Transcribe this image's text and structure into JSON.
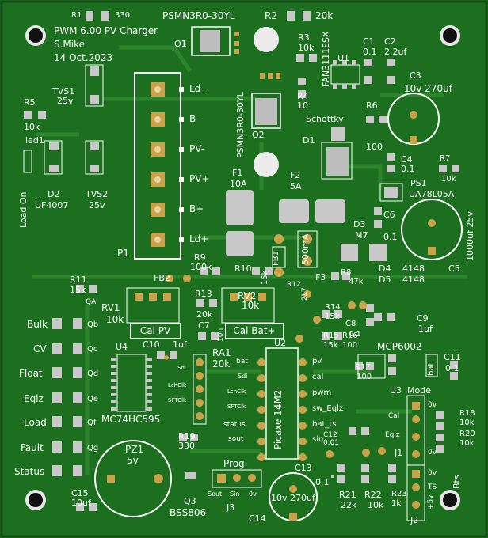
{
  "board": {
    "title": "PWM 6.00 PV Charger",
    "author": "S.Mike",
    "date": "14 Oct.2023"
  },
  "refs": {
    "r1": "R1",
    "r1_val": "330",
    "q1_part": "PSMN3R0-30YL",
    "q1": "Q1",
    "r2": "R2",
    "r2_val": "20k",
    "r3": "R3",
    "r3_val": "10k",
    "c1": "C1",
    "c1_val": "0.1",
    "c2": "C2",
    "c2_val": "2.2uf",
    "u1_part": "FAN3111ESX",
    "u1": "U1",
    "c3": "C3",
    "c3_val": "10v   270uf",
    "r4": "R4",
    "r4_val": "10",
    "r5": "R5",
    "r5_val": "10k",
    "tvs1": "TVS1",
    "tvs1_val": "25v",
    "led1": "led1",
    "load_on": "Load On",
    "q2_part": "PSMN3R0-30YL",
    "q2": "Q2",
    "schottky": "Schottky",
    "r6": "R6",
    "r6_val": "100",
    "d1": "D1",
    "c4": "C4",
    "c4_val": "0.1",
    "r7": "R7",
    "r7_val": "10k",
    "ps1": "PS1",
    "ps1_part": "UA78L05A",
    "d2": "D2",
    "d2_part": "UF4007",
    "tvs2": "TVS2",
    "tvs2_val": "25v",
    "f1": "F1",
    "f1_val": "10A",
    "f2": "F2",
    "f2_val": "5A",
    "c6": "C6",
    "c6_val": "0.1",
    "c5_val": "1000uf  25v",
    "c5": "C5",
    "d3": "D3",
    "m7": "M7",
    "d4": "D4",
    "d4_val": "4148",
    "d5": "D5",
    "d5_val": "4148",
    "f3": "F3",
    "f3_val": "500mA",
    "fb1": "FB1",
    "r8": "R8",
    "r8_val": "47k",
    "p1": "P1",
    "r9": "R9",
    "r9_val": "100k",
    "r10": "R10",
    "r10_val": "15k",
    "r11": "R11",
    "r11_val": "15k",
    "fb2": "FB2",
    "rv1": "RV1",
    "rv1_val": "10k",
    "rv2": "RV2",
    "rv2_val": "10k",
    "r12": "R12",
    "r12_val": "2k7",
    "r13": "R13",
    "r13_val": "20k",
    "r14": "R14",
    "r14_val": "15k",
    "r15": "R15",
    "r15_val": "15k",
    "r16": "R16",
    "r16_val": "100",
    "c8": "C8",
    "c8_val": "0.1",
    "c9": "C9",
    "c9_val": "1uf",
    "cal_pv": "Cal  PV",
    "cal_bat": "Cal  Bat+",
    "c7": "C7",
    "c7_val": "10n",
    "c10": "C10",
    "c10_val": "1uf",
    "u4": "U4",
    "u4_part": "MC74HC595",
    "ra1": "RA1",
    "ra1_val": "20k",
    "u2": "U2",
    "u2_part": "Picaxe 14M2",
    "mcp": "MCP6002",
    "u3": "U3",
    "r17": "R17",
    "r17_val": "100",
    "c11": "C11",
    "c11_val": "0.1",
    "mode": "Mode",
    "r18": "R18",
    "r18_val": "10k",
    "r20": "R20",
    "r20_val": "10k",
    "r19": "R19",
    "r19_val": "330",
    "pz1": "PZ1",
    "pz1_val": "5v",
    "c12": "C12",
    "c12_val": "0.01",
    "c13": "C13",
    "c13_val": "0.1",
    "c14": "C14",
    "c14_val": "10v   270uf",
    "c15": "C15",
    "c15_val": "10uf",
    "q3": "Q3",
    "q3_part": "BSS806",
    "prog": "Prog",
    "j3": "J3",
    "r21": "R21",
    "r21_val": "22k",
    "r22": "R22",
    "r22_val": "10k",
    "r23": "R23",
    "r23_val": "1k",
    "j1": "J1",
    "j2": "J2",
    "bts": "Bts"
  },
  "p1_pins": [
    "Ld-",
    "B-",
    "PV-",
    "PV+",
    "B+",
    "Ld+"
  ],
  "leds": [
    {
      "name": "Bulk",
      "q": "Qb"
    },
    {
      "name": "CV",
      "q": "Qc"
    },
    {
      "name": "Float",
      "q": "Qd"
    },
    {
      "name": "Eqlz",
      "q": "Qe"
    },
    {
      "name": "Load",
      "q": "Qf"
    },
    {
      "name": "Fault",
      "q": "Qg"
    },
    {
      "name": "Status",
      "q": ""
    }
  ],
  "qa": "QA",
  "u4_pins": [
    "Sdi",
    "LchClk",
    "SFTClk"
  ],
  "ra1_pins": [
    "Sdi",
    "LchClk",
    "SFTClk"
  ],
  "u2_left": [
    "bat",
    "Sdi",
    "LchClk",
    "SFTClk",
    "status",
    "sout"
  ],
  "u2_right": [
    "pv",
    "cal",
    "pwm",
    "sw_Eqlz",
    "bat_ts",
    "sin"
  ],
  "prog_pins": [
    "Sout",
    "Sin",
    "0v"
  ],
  "j1_pins": [
    "0v",
    "Cal",
    "Eqlz",
    "0v"
  ],
  "j2_pins": [
    "0v",
    "TS",
    "+5v"
  ],
  "u3_bat": "bat",
  "colors": {
    "board": "#1b6f1e",
    "trace": "#2f8a2d",
    "copper_pad": "#c9a24a",
    "silk": "#ffffff",
    "smd_pad": "#c8c8c8"
  }
}
